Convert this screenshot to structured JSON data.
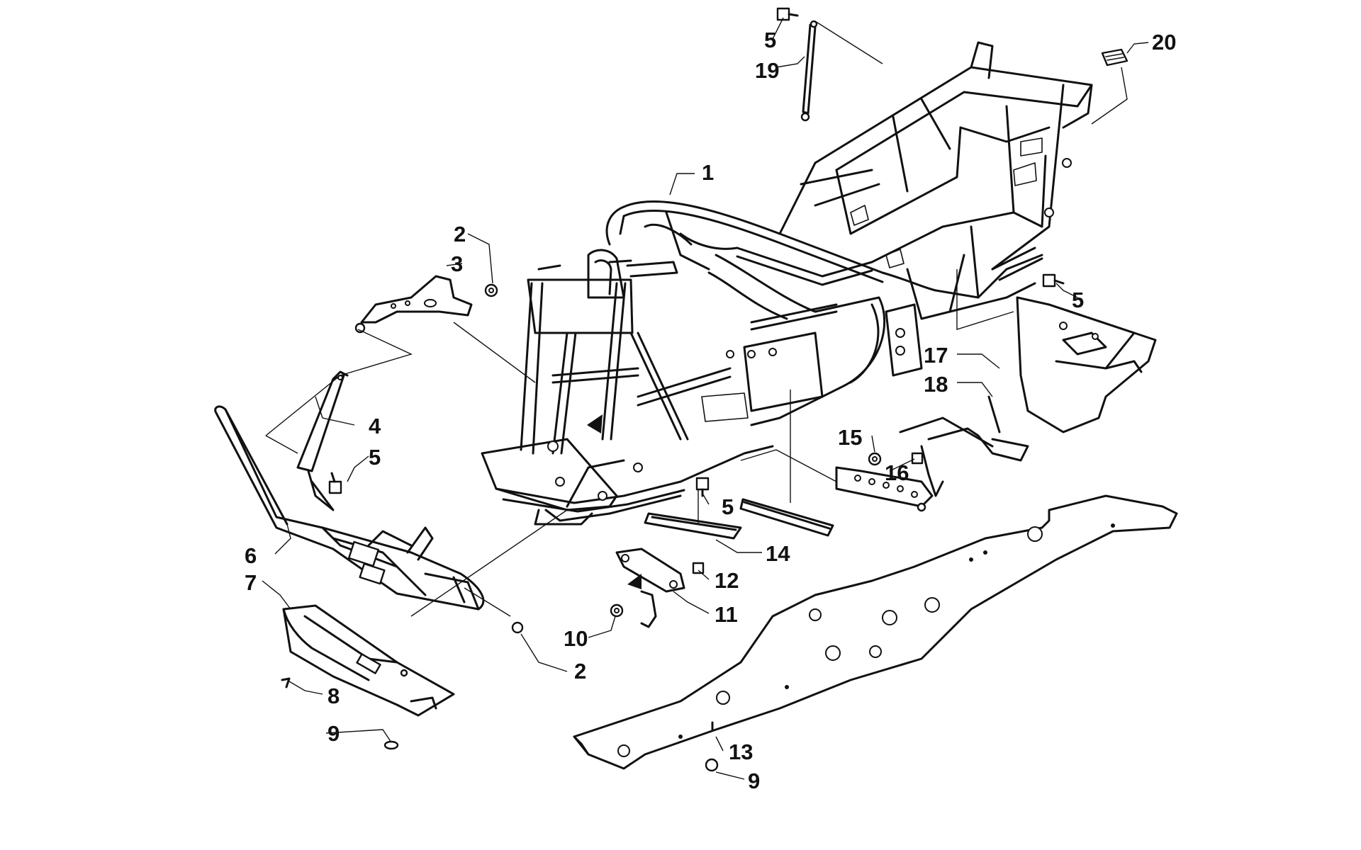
{
  "callouts": [
    {
      "id": "c1",
      "label": "1"
    },
    {
      "id": "c2a",
      "label": "2"
    },
    {
      "id": "c3",
      "label": "3"
    },
    {
      "id": "c4",
      "label": "4"
    },
    {
      "id": "c5a",
      "label": "5"
    },
    {
      "id": "c5b",
      "label": "5"
    },
    {
      "id": "c5c",
      "label": "5"
    },
    {
      "id": "c5d",
      "label": "5"
    },
    {
      "id": "c6",
      "label": "6"
    },
    {
      "id": "c7",
      "label": "7"
    },
    {
      "id": "c8",
      "label": "8"
    },
    {
      "id": "c9a",
      "label": "9"
    },
    {
      "id": "c9b",
      "label": "9"
    },
    {
      "id": "c10",
      "label": "10"
    },
    {
      "id": "c11",
      "label": "11"
    },
    {
      "id": "c12",
      "label": "12"
    },
    {
      "id": "c13",
      "label": "13"
    },
    {
      "id": "c14",
      "label": "14"
    },
    {
      "id": "c15",
      "label": "15"
    },
    {
      "id": "c16",
      "label": "16"
    },
    {
      "id": "c17",
      "label": "17"
    },
    {
      "id": "c18",
      "label": "18"
    },
    {
      "id": "c19",
      "label": "19"
    },
    {
      "id": "c20",
      "label": "20"
    },
    {
      "id": "c2b",
      "label": "2"
    }
  ]
}
